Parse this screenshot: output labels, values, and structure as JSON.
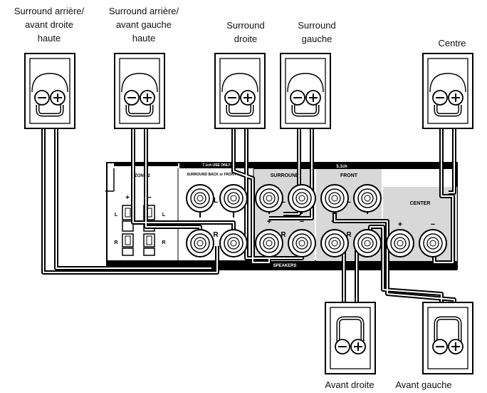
{
  "labels": {
    "surround_back_right_high": [
      "Surround arrière/",
      "avant droite",
      "haute"
    ],
    "surround_back_left_high": [
      "Surround arrière/",
      "avant gauche",
      "haute"
    ],
    "surround_right": [
      "Surround",
      "droite"
    ],
    "surround_left": [
      "Surround",
      "gauche"
    ],
    "center": "Centre",
    "front_right": "Avant droite",
    "front_left": "Avant gauche"
  },
  "panel": {
    "zone2": "ZONE 2",
    "use_only": "7.1ch USE ONLY",
    "surround_back_front_high": "SURROUND BACK or FRONT HIGH",
    "ch51": "5.1ch",
    "surround": "SURROUND",
    "front": "FRONT",
    "center": "CENTER",
    "l": "L",
    "r": "R",
    "plus": "+",
    "minus": "−",
    "speakers": "SPEAKERS"
  }
}
